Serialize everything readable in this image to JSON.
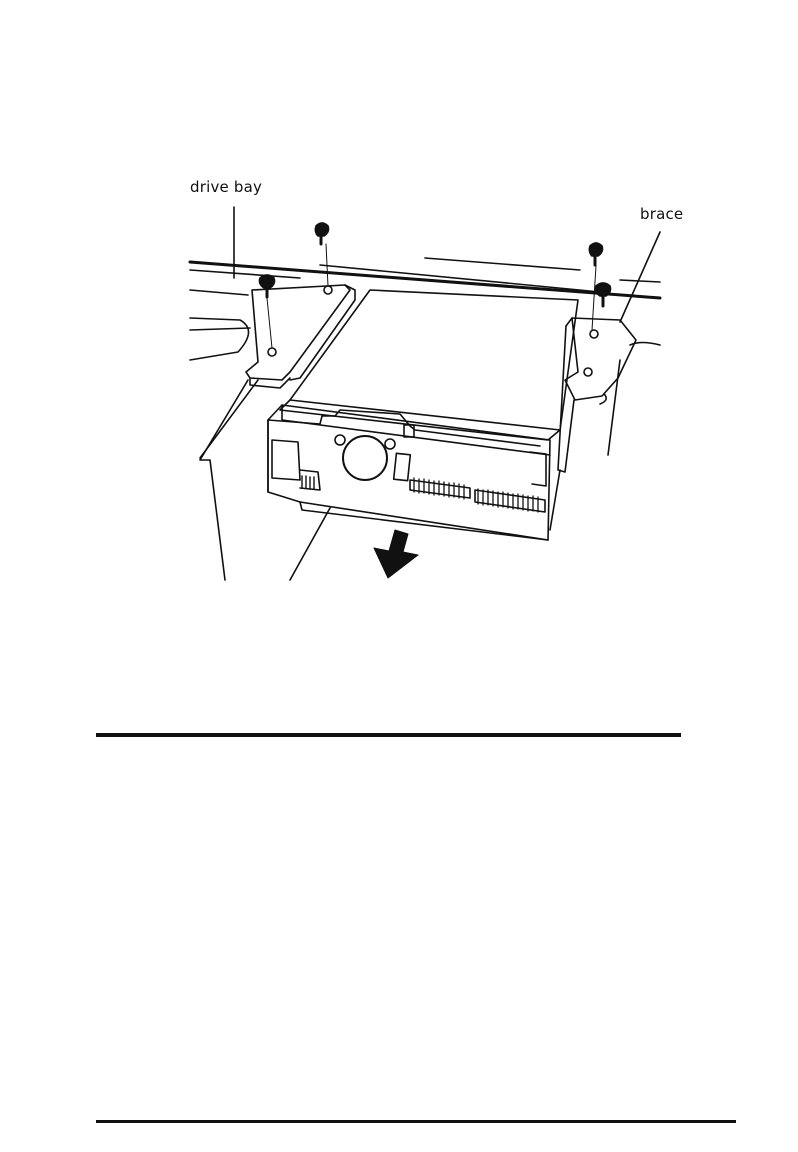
{
  "figure": {
    "labels": {
      "drive_bay": "drive bay",
      "brace": "brace"
    },
    "arrow_direction": "down-left",
    "screw_count": 4
  },
  "colors": {
    "ink": "#111111",
    "paper": "#ffffff"
  }
}
